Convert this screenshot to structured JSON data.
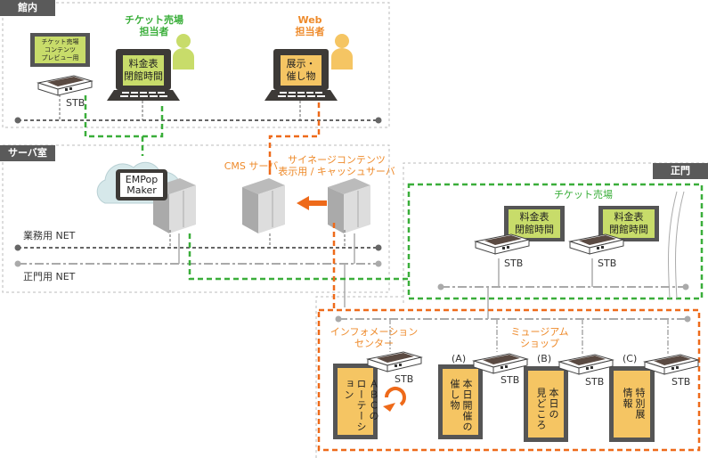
{
  "zones": {
    "hall": "館内",
    "server_room": "サーバ室",
    "main_gate": "正門"
  },
  "hall": {
    "preview_monitor": [
      "チケット売場",
      "コンテンツ",
      "プレビュー用"
    ],
    "stb": "STB",
    "ticket_staff": [
      "チケット売場",
      "担当者"
    ],
    "ticket_laptop": [
      "料金表",
      "閉館時間"
    ],
    "web_staff": [
      "Web",
      "担当者"
    ],
    "web_laptop": [
      "展示・",
      "催し物"
    ]
  },
  "server_room": {
    "empop": [
      "EMPop",
      "Maker"
    ],
    "cms": "CMS サーバ",
    "cache": [
      "サイネージコンテンツ",
      "表示用 / キャッシュサーバ"
    ],
    "net_business": "業務用 NET",
    "net_gate": "正門用 NET"
  },
  "main_gate": {
    "ticket_area": "チケット売場",
    "monitors": [
      {
        "lines": [
          "料金表",
          "閉館時間"
        ],
        "stb": "STB"
      },
      {
        "lines": [
          "料金表",
          "閉館時間"
        ],
        "stb": "STB"
      }
    ],
    "info_center": [
      "インフォメーション",
      "センター"
    ],
    "museum_shop": [
      "ミュージアム",
      "ショップ"
    ],
    "signage": [
      {
        "tag": "",
        "lines": [
          "ＡＢＣの",
          "ローテーション"
        ],
        "stb": "STB"
      },
      {
        "tag": "(A)",
        "lines": [
          "本日開催の",
          "催し物"
        ],
        "stb": "STB"
      },
      {
        "tag": "(B)",
        "lines": [
          "本日の",
          "見どころ"
        ],
        "stb": "STB"
      },
      {
        "tag": "(C)",
        "lines": [
          "特別展",
          "情報"
        ],
        "stb": "STB"
      }
    ]
  },
  "colors": {
    "green": "#3aae3a",
    "orange": "#ee6a1a",
    "lime": "#c8dc6a",
    "amber": "#f5c563",
    "dark": "#555555"
  },
  "icons": [
    "person-icon",
    "laptop-icon",
    "stb-icon",
    "server-icon",
    "cloud-icon",
    "monitor-icon",
    "arrow-left-icon",
    "rotate-icon"
  ]
}
